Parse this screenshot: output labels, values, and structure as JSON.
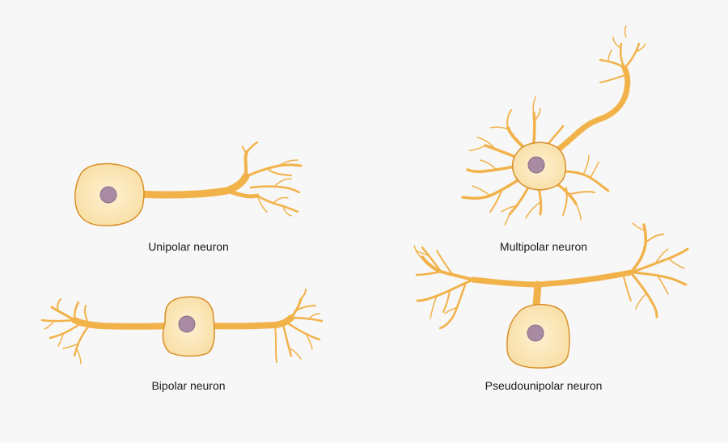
{
  "colors": {
    "background": "#f7f7f7",
    "neuron_fill": "#f2b24a",
    "neuron_stroke": "#d1871c",
    "soma_fill": "#fbe3b0",
    "soma_stroke": "#d8902a",
    "nucleus_fill": "#a98aa3",
    "nucleus_stroke": "#8a6d86"
  },
  "labels": {
    "unipolar": "Unipolar neuron",
    "bipolar": "Bipolar neuron",
    "multipolar": "Multipolar neuron",
    "pseudounipolar": "Pseudounipolar neuron"
  }
}
